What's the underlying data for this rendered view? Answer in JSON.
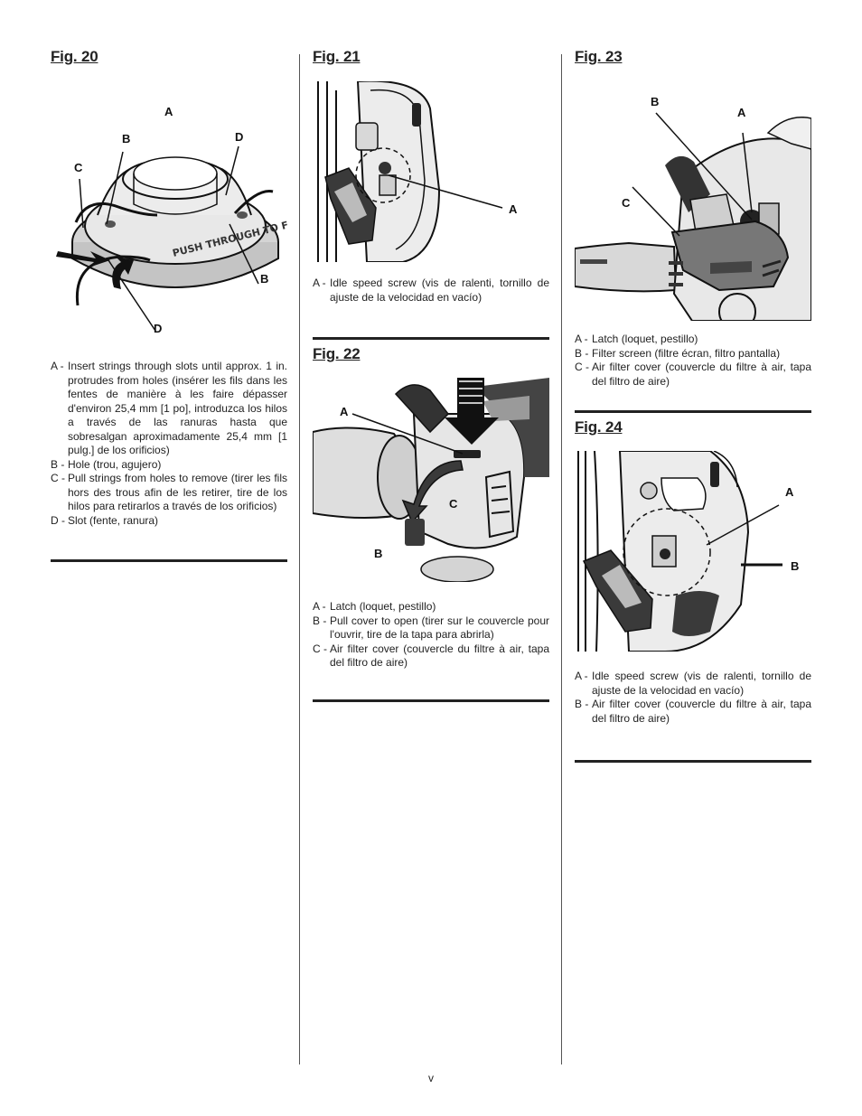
{
  "figures": {
    "fig20": {
      "title": "Fig. 20",
      "callouts": {
        "A": "A",
        "B1": "B",
        "C": "C",
        "D1": "D",
        "B2": "B",
        "D2": "D"
      },
      "hub_text": "PUSH THROUGH TO FIT",
      "legend": [
        {
          "key": "A -",
          "text": "Insert strings through slots until approx. 1 in. protrudes from holes (insérer les fils dans les fentes de manière à les faire dépasser d'environ 25,4 mm [1 po], introduzca los hilos a través de las ranuras hasta que sobresalgan aproximadamente 25,4 mm [1 pulg.] de los orificios)"
        },
        {
          "key": "B -",
          "text": "Hole (trou, agujero)"
        },
        {
          "key": "C -",
          "text": "Pull strings from holes to remove (tirer les fils hors des trous afin de les retirer, tire de los hilos para retirarlos a través de los orificios)"
        },
        {
          "key": "D -",
          "text": "Slot (fente, ranura)"
        }
      ]
    },
    "fig21": {
      "title": "Fig. 21",
      "callouts": {
        "A": "A"
      },
      "legend": [
        {
          "key": "A -",
          "text": "Idle speed screw (vis de ralenti, tornillo de ajuste de la velocidad en vacío)"
        }
      ]
    },
    "fig22": {
      "title": "Fig. 22",
      "callouts": {
        "A": "A",
        "B": "B",
        "C": "C"
      },
      "legend": [
        {
          "key": "A -",
          "text": "Latch (loquet, pestillo)"
        },
        {
          "key": "B -",
          "text": "Pull cover to open (tirer sur le couvercle pour l'ouvrir, tire de la tapa para abrirla)"
        },
        {
          "key": "C -",
          "text": "Air filter cover (couvercle du filtre à air, tapa del filtro de aire)"
        }
      ]
    },
    "fig23": {
      "title": "Fig. 23",
      "callouts": {
        "A": "A",
        "B": "B",
        "C": "C"
      },
      "legend": [
        {
          "key": "A -",
          "text": "Latch (loquet, pestillo)"
        },
        {
          "key": "B -",
          "text": "Filter screen (filtre écran, filtro pantalla)"
        },
        {
          "key": "C -",
          "text": "Air filter cover (couvercle du filtre à air, tapa del filtro de aire)"
        }
      ]
    },
    "fig24": {
      "title": "Fig. 24",
      "callouts": {
        "A": "A",
        "B": "B"
      },
      "legend": [
        {
          "key": "A -",
          "text": "Idle speed screw (vis de ralenti, tornillo de ajuste de la velocidad en vacío)"
        },
        {
          "key": "B -",
          "text": "Air filter cover (couvercle du filtre à air, tapa del filtro de aire)"
        }
      ]
    }
  },
  "page_number": "v"
}
